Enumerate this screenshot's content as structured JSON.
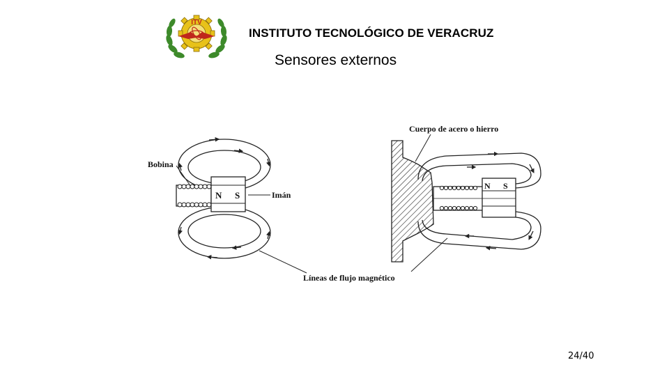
{
  "header": {
    "logo_text": "ITV",
    "institute": "INSTITUTO TECNOLÓGICO DE VERACRUZ",
    "title": "Sensores externos"
  },
  "diagram": {
    "labels": {
      "coil": "Bobina",
      "magnet": "Imán",
      "north": "N",
      "south": "S",
      "steel_body": "Cuerpo de acero o hierro",
      "flux_lines": "Líneas de flujo magnético"
    }
  },
  "footer": {
    "page": "24/40"
  },
  "colors": {
    "logo_green": "#3d8a2a",
    "logo_yellow": "#e8c21a",
    "logo_red": "#c0281c"
  }
}
